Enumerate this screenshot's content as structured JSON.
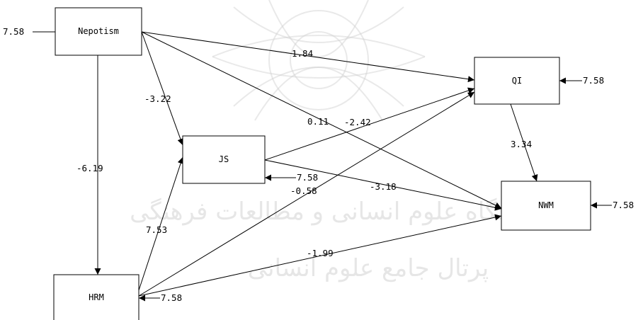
{
  "nodes": {
    "nepotism": "Nepotism",
    "js": "JS",
    "hrm": "HRM",
    "qi": "QI",
    "nwm": "NWM"
  },
  "errors": {
    "nepotism": "7.58",
    "qi": "7.58",
    "js": "7.58",
    "nwm": "7.58",
    "hrm": "7.58"
  },
  "paths": {
    "nep_qi": "1.84",
    "nep_js": "-3.22",
    "nep_nwm": "0.11",
    "nep_hrm": "-6.19",
    "js_qi": "-2.42",
    "js_nwm": "-3.18",
    "hrm_qi": "-0.58",
    "hrm_js": "7.53",
    "qi_nwm": "3.34",
    "hrm_nwm": "-1.99"
  },
  "watermark": {
    "line1": "پژوهشگاه علوم انسانی و مطالعات فرهنگی",
    "line2": "پرتال جامع علوم انسانی"
  },
  "colors": {
    "line": "#000000",
    "watermark": "#cfcfcf"
  }
}
